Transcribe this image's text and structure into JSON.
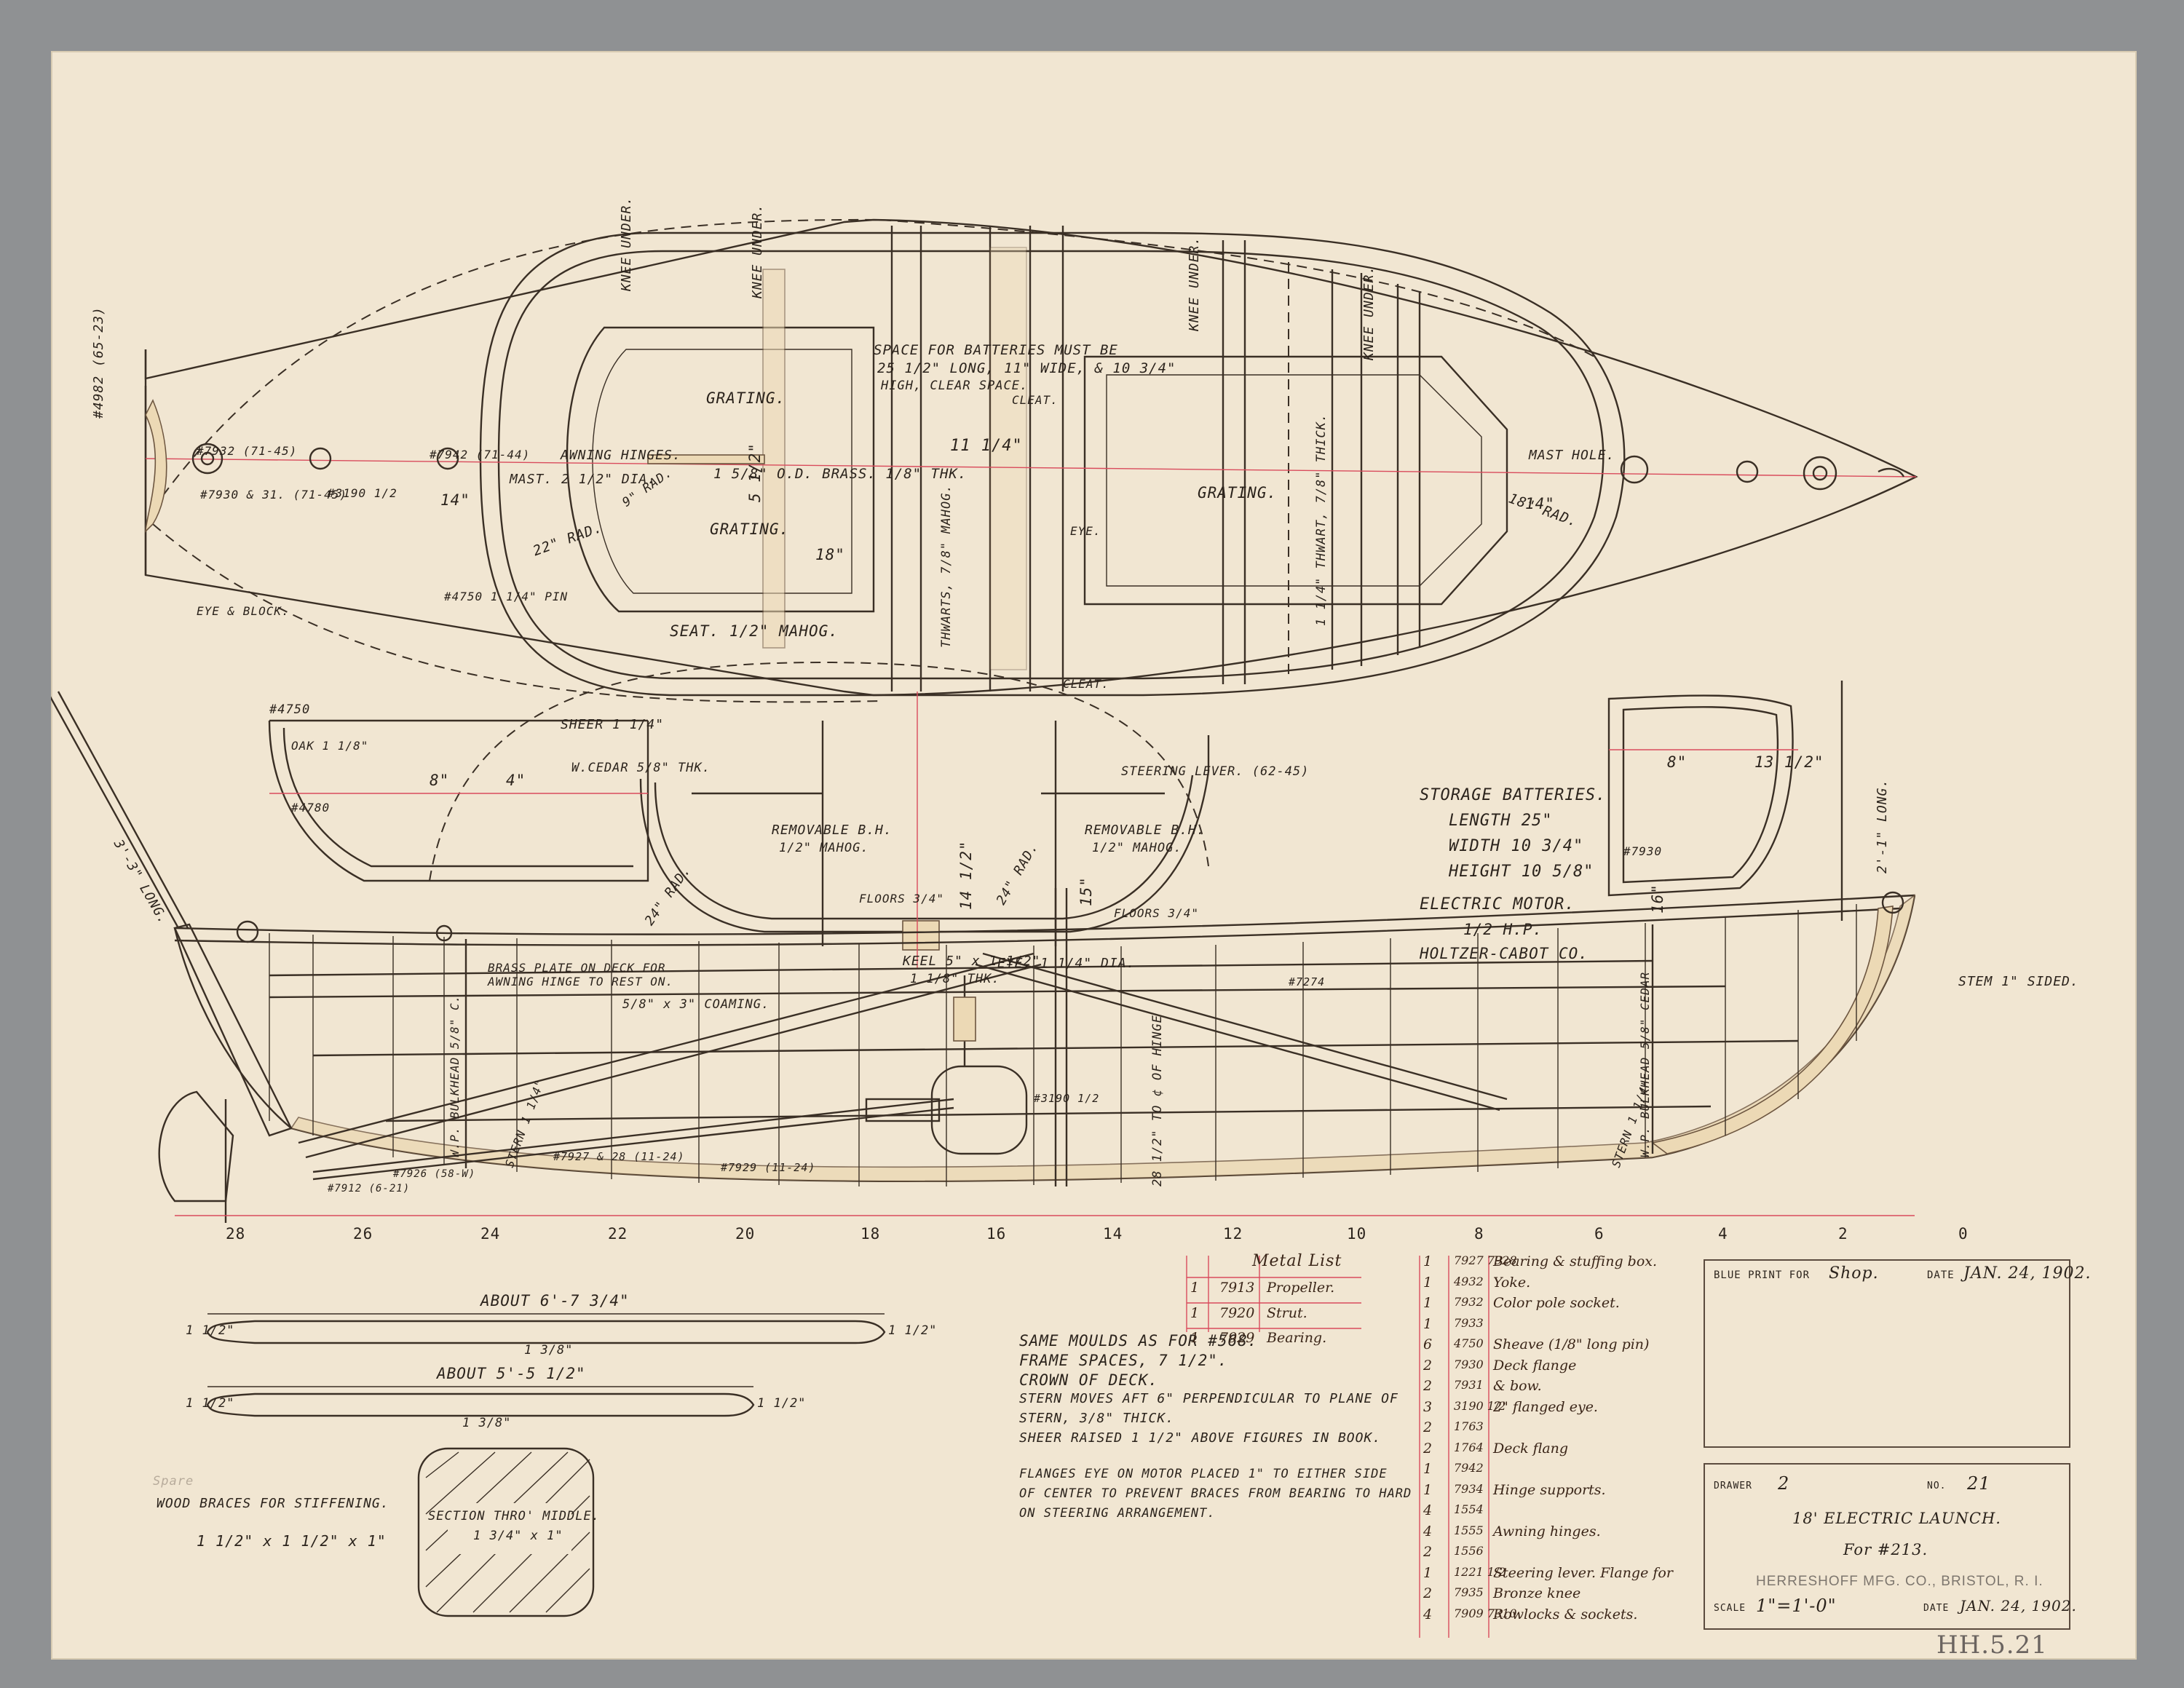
{
  "title_block": {
    "drawing_no_label": "DRAWER",
    "drawing_no": "2",
    "no_label": "NO.",
    "sheet_no": "21",
    "title": "18' ELECTRIC LAUNCH.",
    "for": "For #213.",
    "maker": "HERRESHOFF MFG. CO., BRISTOL, R. I.",
    "scale_label": "SCALE",
    "scale": "1\"=1'-0\"",
    "date_label": "DATE",
    "date": "JAN. 24, 1902."
  },
  "blueprint_block": {
    "label": "BLUE PRINT FOR",
    "value": "Shop.",
    "date_label": "DATE",
    "date": "JAN. 24, 1902."
  },
  "catalog_no": "HH.5.21",
  "metal_list": {
    "header": "Metal List",
    "rows": [
      {
        "qty": "1",
        "no": "7913",
        "item": "Propeller."
      },
      {
        "qty": "1",
        "no": "7920",
        "item": "Strut."
      },
      {
        "qty": "1",
        "no": "7929",
        "item": "Bearing."
      }
    ]
  },
  "fittings_list": [
    {
      "qty": "1",
      "no": "7927 7928",
      "item": "Bearing & stuffing box."
    },
    {
      "qty": "1",
      "no": "4932",
      "item": "Yoke."
    },
    {
      "qty": "1",
      "no": "7932",
      "item": "Color pole socket."
    },
    {
      "qty": "1",
      "no": "7933",
      "item": ""
    },
    {
      "qty": "6",
      "no": "4750",
      "item": "Sheave (1/8\" long pin)"
    },
    {
      "qty": "2",
      "no": "7930",
      "item": "Deck flange"
    },
    {
      "qty": "2",
      "no": "7931",
      "item": "& bow."
    },
    {
      "qty": "3",
      "no": "3190 1/2",
      "item": "2\" flanged eye."
    },
    {
      "qty": "2",
      "no": "1763",
      "item": ""
    },
    {
      "qty": "2",
      "no": "1764",
      "item": "Deck flang"
    },
    {
      "qty": "1",
      "no": "7942",
      "item": ""
    },
    {
      "qty": "1",
      "no": "7934",
      "item": "Hinge supports."
    },
    {
      "qty": "4",
      "no": "1554",
      "item": ""
    },
    {
      "qty": "4",
      "no": "1555",
      "item": "Awning hinges."
    },
    {
      "qty": "2",
      "no": "1556",
      "item": ""
    },
    {
      "qty": "1",
      "no": "1221 1/2",
      "item": "Steering lever. Flange for"
    },
    {
      "qty": "2",
      "no": "7935",
      "item": "Bronze knee"
    },
    {
      "qty": "4",
      "no": "7909 7310",
      "item": "Rowlocks & sockets."
    }
  ],
  "notes": [
    "SAME MOULDS AS FOR #568.",
    "FRAME SPACES, 7 1/2\".",
    "CROWN OF DECK.",
    "STERN MOVES AFT 6\" PERPENDICULAR TO PLANE OF",
    "STERN, 3/8\" THICK.",
    "SHEER RAISED 1 1/2\" ABOVE FIGURES IN BOOK."
  ],
  "notes2": [
    "FLANGES EYE ON MOTOR PLACED 1\" TO EITHER SIDE",
    "OF CENTER TO PREVENT BRACES FROM BEARING TO HARD",
    "ON STEERING ARRANGEMENT."
  ],
  "batteries": {
    "title": "STORAGE BATTERIES.",
    "length": "LENGTH 25\"",
    "width": "WIDTH 10 3/4\"",
    "height": "HEIGHT 10 5/8\"",
    "motor": "ELECTRIC MOTOR.",
    "hp": "1/2 H.P.",
    "maker": "HOLTZER-CABOT CO."
  },
  "plan_labels": {
    "space": "SPACE FOR BATTERIES MUST BE",
    "space2": "25 1/2\" LONG, 11\" WIDE, & 10 3/4\"",
    "space3": "HIGH, CLEAR SPACE.",
    "grating1": "GRATING.",
    "grating2": "GRATING.",
    "grating3": "GRATING.",
    "seat": "SEAT. 1/2\" MAHOG.",
    "knee1": "KNEE UNDER.",
    "knee2": "KNEE UNDER.",
    "knee3": "KNEE UNDER.",
    "knee4": "KNEE UNDER.",
    "awning": "AWNING HINGES.",
    "mast": "MAST. 2 1/2\" DIA.",
    "mast_hole": "MAST HOLE.",
    "brass": "1 5/8\" O.D. BRASS. 1/8\" THK.",
    "eye_block": "EYE & BLOCK.",
    "cleat1": "CLEAT.",
    "cleat2": "CLEAT.",
    "eye": "EYE.",
    "thwarts": "THWARTS, 7/8\" MAHOG.",
    "thwart": "1 1/4\" THWART, 7/8\" THICK.",
    "rad22": "22\" RAD.",
    "rad9": "9\" RAD.",
    "rad18": "18\" RAD.",
    "num_4982": "#4982 (65-23)",
    "num_7932": "#7932 (71-45)",
    "num_7930": "#7930 & 31. (71-45)",
    "num_3190": "#3190 1/2",
    "num_7942": "#7942 (71-44)",
    "num_4750": "#4750 1 1/4\" PIN",
    "dim_14a": "14\"",
    "dim_14b": "14\"",
    "dim_18": "18\"",
    "dim_11_1_4": "11 1/4\"",
    "dim_5_1_2": "5 1/2\""
  },
  "section_labels": {
    "sheer": "SHEER 1 1/4\"",
    "w_cedar": "W.CEDAR 5/8\" THK.",
    "oak": "OAK 1 1/8\"",
    "removable1": "REMOVABLE B.H.",
    "removable1b": "1/2\" MAHOG.",
    "removable2": "REMOVABLE B.H.",
    "removable2b": "1/2\" MAHOG.",
    "floors1": "FLOORS 3/4\"",
    "floors2": "FLOORS 3/4\"",
    "keel": "KEEL 5\" x 1 1/2\"",
    "thk": "1 1/8\" THK.",
    "steering": "STEERING LEVER. (62-45)",
    "rad24": "24\" RAD.",
    "rad24b": "24\" RAD.",
    "num_4750": "#4750",
    "num_4780": "#4780",
    "num_7930": "#7930"
  },
  "profile_labels": {
    "brass_plate": "BRASS PLATE ON DECK FOR AWNING HINGE TO REST ON.",
    "coaming": "5/8\" x 3\" COAMING.",
    "eye": "EYE, 1 1/4\" DIA.",
    "stem": "STEM 1\" SIDED.",
    "long_3": "3'-3\" LONG.",
    "long_2": "2'-1\" LONG.",
    "num_7274": "#7274",
    "num_3190": "#3190 1/2",
    "num_7927": "#7927 & 28 (11-24)",
    "num_7929": "#7929 (11-24)",
    "num_7926": "#7926 (58-W)",
    "num_7912": "#7912 (6-21)",
    "bulkhead1": "W.P. BULKHEAD 5/8\" C.",
    "bulkhead2": "W.P. BULKHEAD 5/8\" CEDAR",
    "stern": "STERN 1 1/4\"",
    "stern2": "STERN 1 1/4\"",
    "hinge": "28 1/2\" TO ¢ OF HINGE",
    "dim_16": "16\"",
    "dim_8": "8\"",
    "dim_13_1_2": "13 1/2\"",
    "dim_14_1_2": "14 1/2\"",
    "dim_15": "15\"",
    "dim_4": "4\"",
    "dim_8b": "8\""
  },
  "stations": [
    "28",
    "26",
    "24",
    "22",
    "20",
    "18",
    "16",
    "14",
    "12",
    "10",
    "8",
    "6",
    "4",
    "2",
    "0"
  ],
  "braces": {
    "about1": "ABOUT 6'-7 3/4\"",
    "about2": "ABOUT 5'-5 1/2\"",
    "end1": "1 1/2\"",
    "mid1": "1 3/8\"",
    "end2": "1 1/2\"",
    "end3": "1 1/2\"",
    "mid2": "1 3/8\"",
    "end4": "1 1/2\"",
    "label": "WOOD BRACES FOR STIFFENING.",
    "size": "1 1/2\" x 1 1/2\" x 1\"",
    "spare": "Spare"
  },
  "section_box": {
    "label": "SECTION THRO' MIDDLE.",
    "size": "1 3/4\" x 1\""
  },
  "colors": {
    "paper": "#f1e6d2",
    "ink": "#3a2f25",
    "red_ink": "#d94b5c",
    "wood": "#ecd9b5",
    "background": "#8f9193"
  }
}
